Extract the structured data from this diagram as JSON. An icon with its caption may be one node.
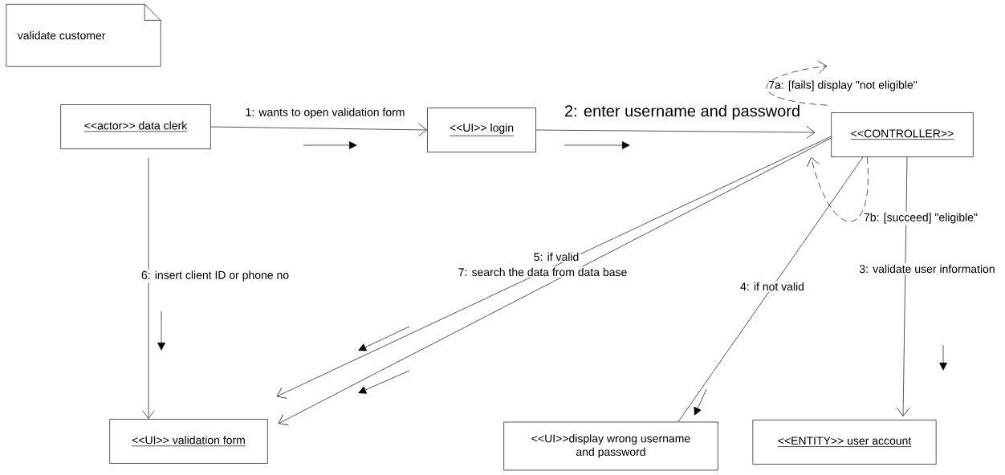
{
  "diagram": {
    "nodes": [
      {
        "text": [
          "validate customer"
        ]
      },
      {
        "text": [
          "<<actor>> data clerk"
        ]
      },
      {
        "text": [
          "<<UI>> login"
        ]
      },
      {
        "text": [
          "<<CONTROLLER>>"
        ]
      },
      {
        "text": [
          "<<UI>> validation form"
        ]
      },
      {
        "text": [
          "<<UI>>display wrong username and password"
        ]
      },
      {
        "text": [
          "<<ENTITY>> user account"
        ]
      }
    ],
    "edges": [
      {
        "from": 1,
        "to": 2,
        "arrow": "to",
        "label": "1: wants to open validation form"
      },
      {
        "from": 2,
        "to": 3,
        "arrow": "to",
        "label": "2: enter username and password"
      },
      {
        "from": 3,
        "to": 6,
        "arrow": "to",
        "label": "3: validate user information"
      },
      {
        "from": 3,
        "to": 5,
        "arrow": "none",
        "label": "4: if not valid"
      },
      {
        "from": 3,
        "to": 4,
        "arrow": "to",
        "label": "5: if valid"
      },
      {
        "from": 3,
        "to": 4,
        "arrow": "to",
        "label": "7: search the  data from data base"
      },
      {
        "from": 1,
        "to": 4,
        "arrow": "to",
        "label": "6: insert client ID or phone no"
      },
      {
        "from": 3,
        "to": 3,
        "arrow": "to",
        "style": "dashed",
        "label": "7a: [fails] display \"not eligible\""
      },
      {
        "from": 3,
        "to": 3,
        "arrow": "to",
        "style": "dashed",
        "label": "7b: [succeed] \"eligible\""
      }
    ]
  }
}
